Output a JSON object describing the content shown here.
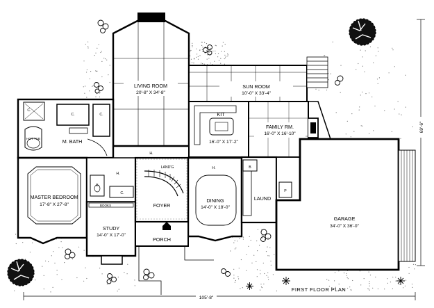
{
  "plan_title": "FIRST FLOOR PLAN",
  "overall_width": "105'-8\"",
  "overall_depth": "69'-6\"",
  "rooms": {
    "living": {
      "name": "LIVING ROOM",
      "size": "20'-8\" X 34'-8\""
    },
    "sun": {
      "name": "SUN ROOM",
      "size": "10'-0\" X 33'-4\""
    },
    "kit": {
      "name": "KIT",
      "size": "16'-0\" X 17'-2\""
    },
    "family": {
      "name": "FAMILY RM.",
      "size": "16'-0\" X 16'-10\""
    },
    "mbath": {
      "name": "M. BATH"
    },
    "hot_tub": {
      "name": "HOT TUB"
    },
    "master": {
      "name": "MASTER BEDROOM",
      "size": "17'-8\" X 27'-8\""
    },
    "study": {
      "name": "STUDY",
      "size": "14'-0\" X 17'-0\""
    },
    "dining": {
      "name": "DINING",
      "size": "14'-0\" X 18'-0\""
    },
    "foyer": {
      "name": "FOYER"
    },
    "porch": {
      "name": "PORCH"
    },
    "laund": {
      "name": "LAUND"
    },
    "garage": {
      "name": "GARAGE",
      "size": "34'-0\" X 36'-0\""
    }
  },
  "labels": {
    "closet": "C.",
    "hall": "H.",
    "bath": "B",
    "landing": "LAND'G",
    "books": "BOOKS",
    "pantry": "P"
  }
}
